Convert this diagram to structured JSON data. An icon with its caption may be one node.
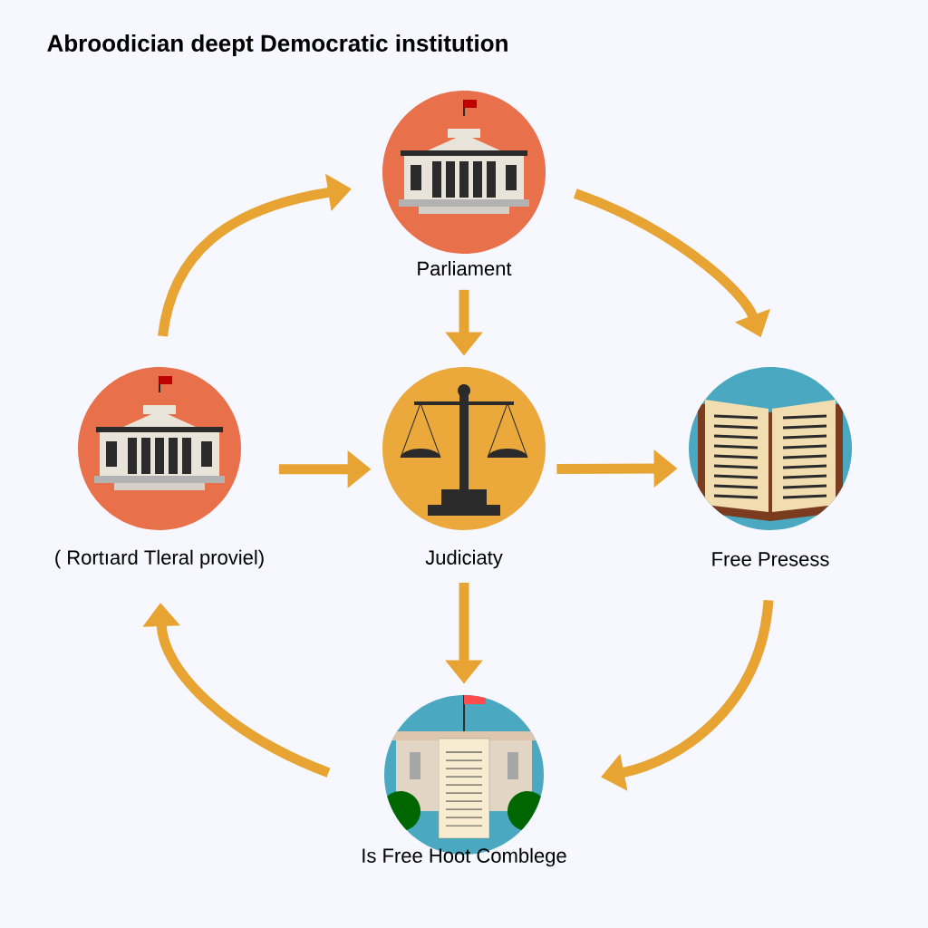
{
  "diagram": {
    "title": "Abroodician deept Democratic  institution",
    "nodes": [
      {
        "text": [
          "Parliament"
        ]
      },
      {
        "text": [
          "( Rortıard Tleral proviel)"
        ]
      },
      {
        "text": [
          "Judiciaty"
        ]
      },
      {
        "text": [
          "Free Presess"
        ]
      },
      {
        "text": [
          "Is Free Hoot Comblege"
        ]
      }
    ],
    "edges": [
      {
        "from": 1,
        "to": 0,
        "arrow": "to"
      },
      {
        "from": 0,
        "to": 3,
        "arrow": "to"
      },
      {
        "from": 3,
        "to": 4,
        "arrow": "to"
      },
      {
        "from": 4,
        "to": 1,
        "arrow": "to"
      },
      {
        "from": 0,
        "to": 2,
        "arrow": "to"
      },
      {
        "from": 1,
        "to": 2,
        "arrow": "to"
      },
      {
        "from": 2,
        "to": 3,
        "arrow": "to"
      },
      {
        "from": 2,
        "to": 4,
        "arrow": "to"
      }
    ]
  }
}
